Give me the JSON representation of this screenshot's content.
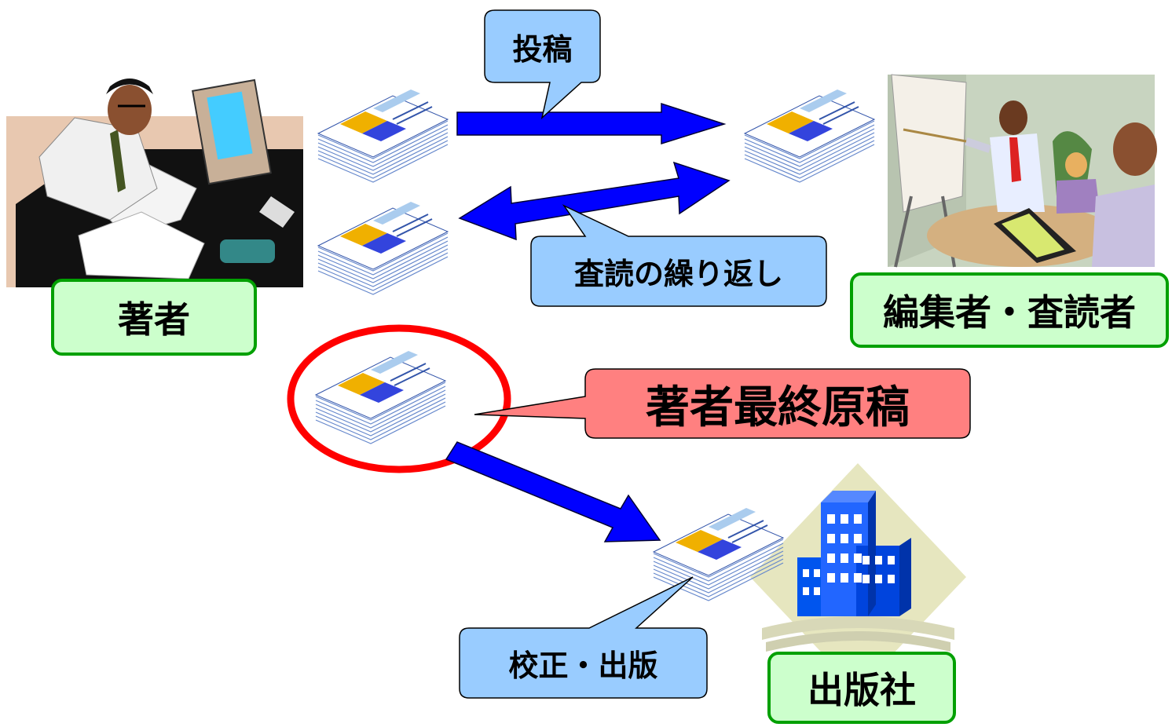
{
  "labels": {
    "author": "著者",
    "editor_reviewer": "編集者・査読者",
    "publisher": "出版社"
  },
  "callouts": {
    "submission": "投稿",
    "review_repeat": "査読の繰り返し",
    "final_manuscript": "著者最終原稿",
    "proof_publish": "校正・出版"
  },
  "colors": {
    "arrow": "#0000ff",
    "callout_blue": "#99ccff",
    "callout_red": "#ff8080",
    "label_green_fill": "#ccffcc",
    "label_green_border": "#00a000",
    "highlight_ring": "#ff0000"
  }
}
